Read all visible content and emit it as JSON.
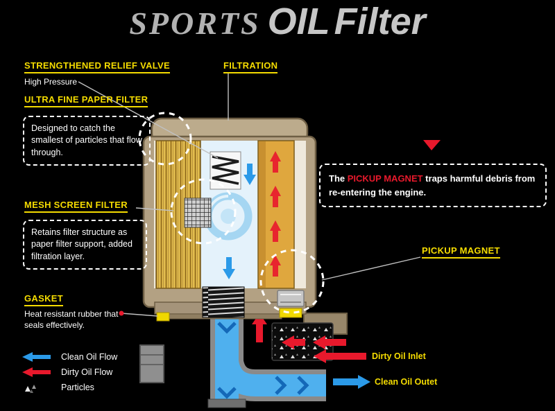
{
  "title": {
    "word1": "SPORTS",
    "word2": "OIL",
    "word3": "Filter"
  },
  "callouts": {
    "relief_valve": {
      "heading": "STRENGTHENED RELIEF VALVE",
      "subheading": "High Pressure"
    },
    "filtration": {
      "heading": "FILTRATION"
    },
    "paper_filter": {
      "heading": "ULTRA FINE PAPER FILTER",
      "note": "Designed to catch the smallest of particles that flow through."
    },
    "mesh_filter": {
      "heading": "MESH SCREEN FILTER",
      "note": "Retains filter structure as paper filter support, added filtration layer."
    },
    "gasket": {
      "heading": "GASKET",
      "note": "Heat resistant rubber that seals effectively."
    },
    "pickup_magnet": {
      "heading": "PICKUP MAGNET"
    },
    "magnet_note": {
      "pre": "The ",
      "highlight": "PICKUP MAGNET",
      "post": " traps harmful debris from re-entering the engine."
    }
  },
  "legend": {
    "clean_oil_flow": "Clean Oil Flow",
    "dirty_oil_flow": "Dirty Oil Flow",
    "particles": "Particles"
  },
  "flow_labels": {
    "dirty_inlet": "Dirty Oil Inlet",
    "clean_outlet": "Clean Oil Outet"
  },
  "colors": {
    "background": "#000000",
    "label_yellow": "#f5dc00",
    "clean_blue": "#2b9ae8",
    "dirty_red": "#e8192c",
    "canister_tan": "#b3a183",
    "filter_gold": "#e2bd4e",
    "title_gray": "#bdbdbd"
  }
}
